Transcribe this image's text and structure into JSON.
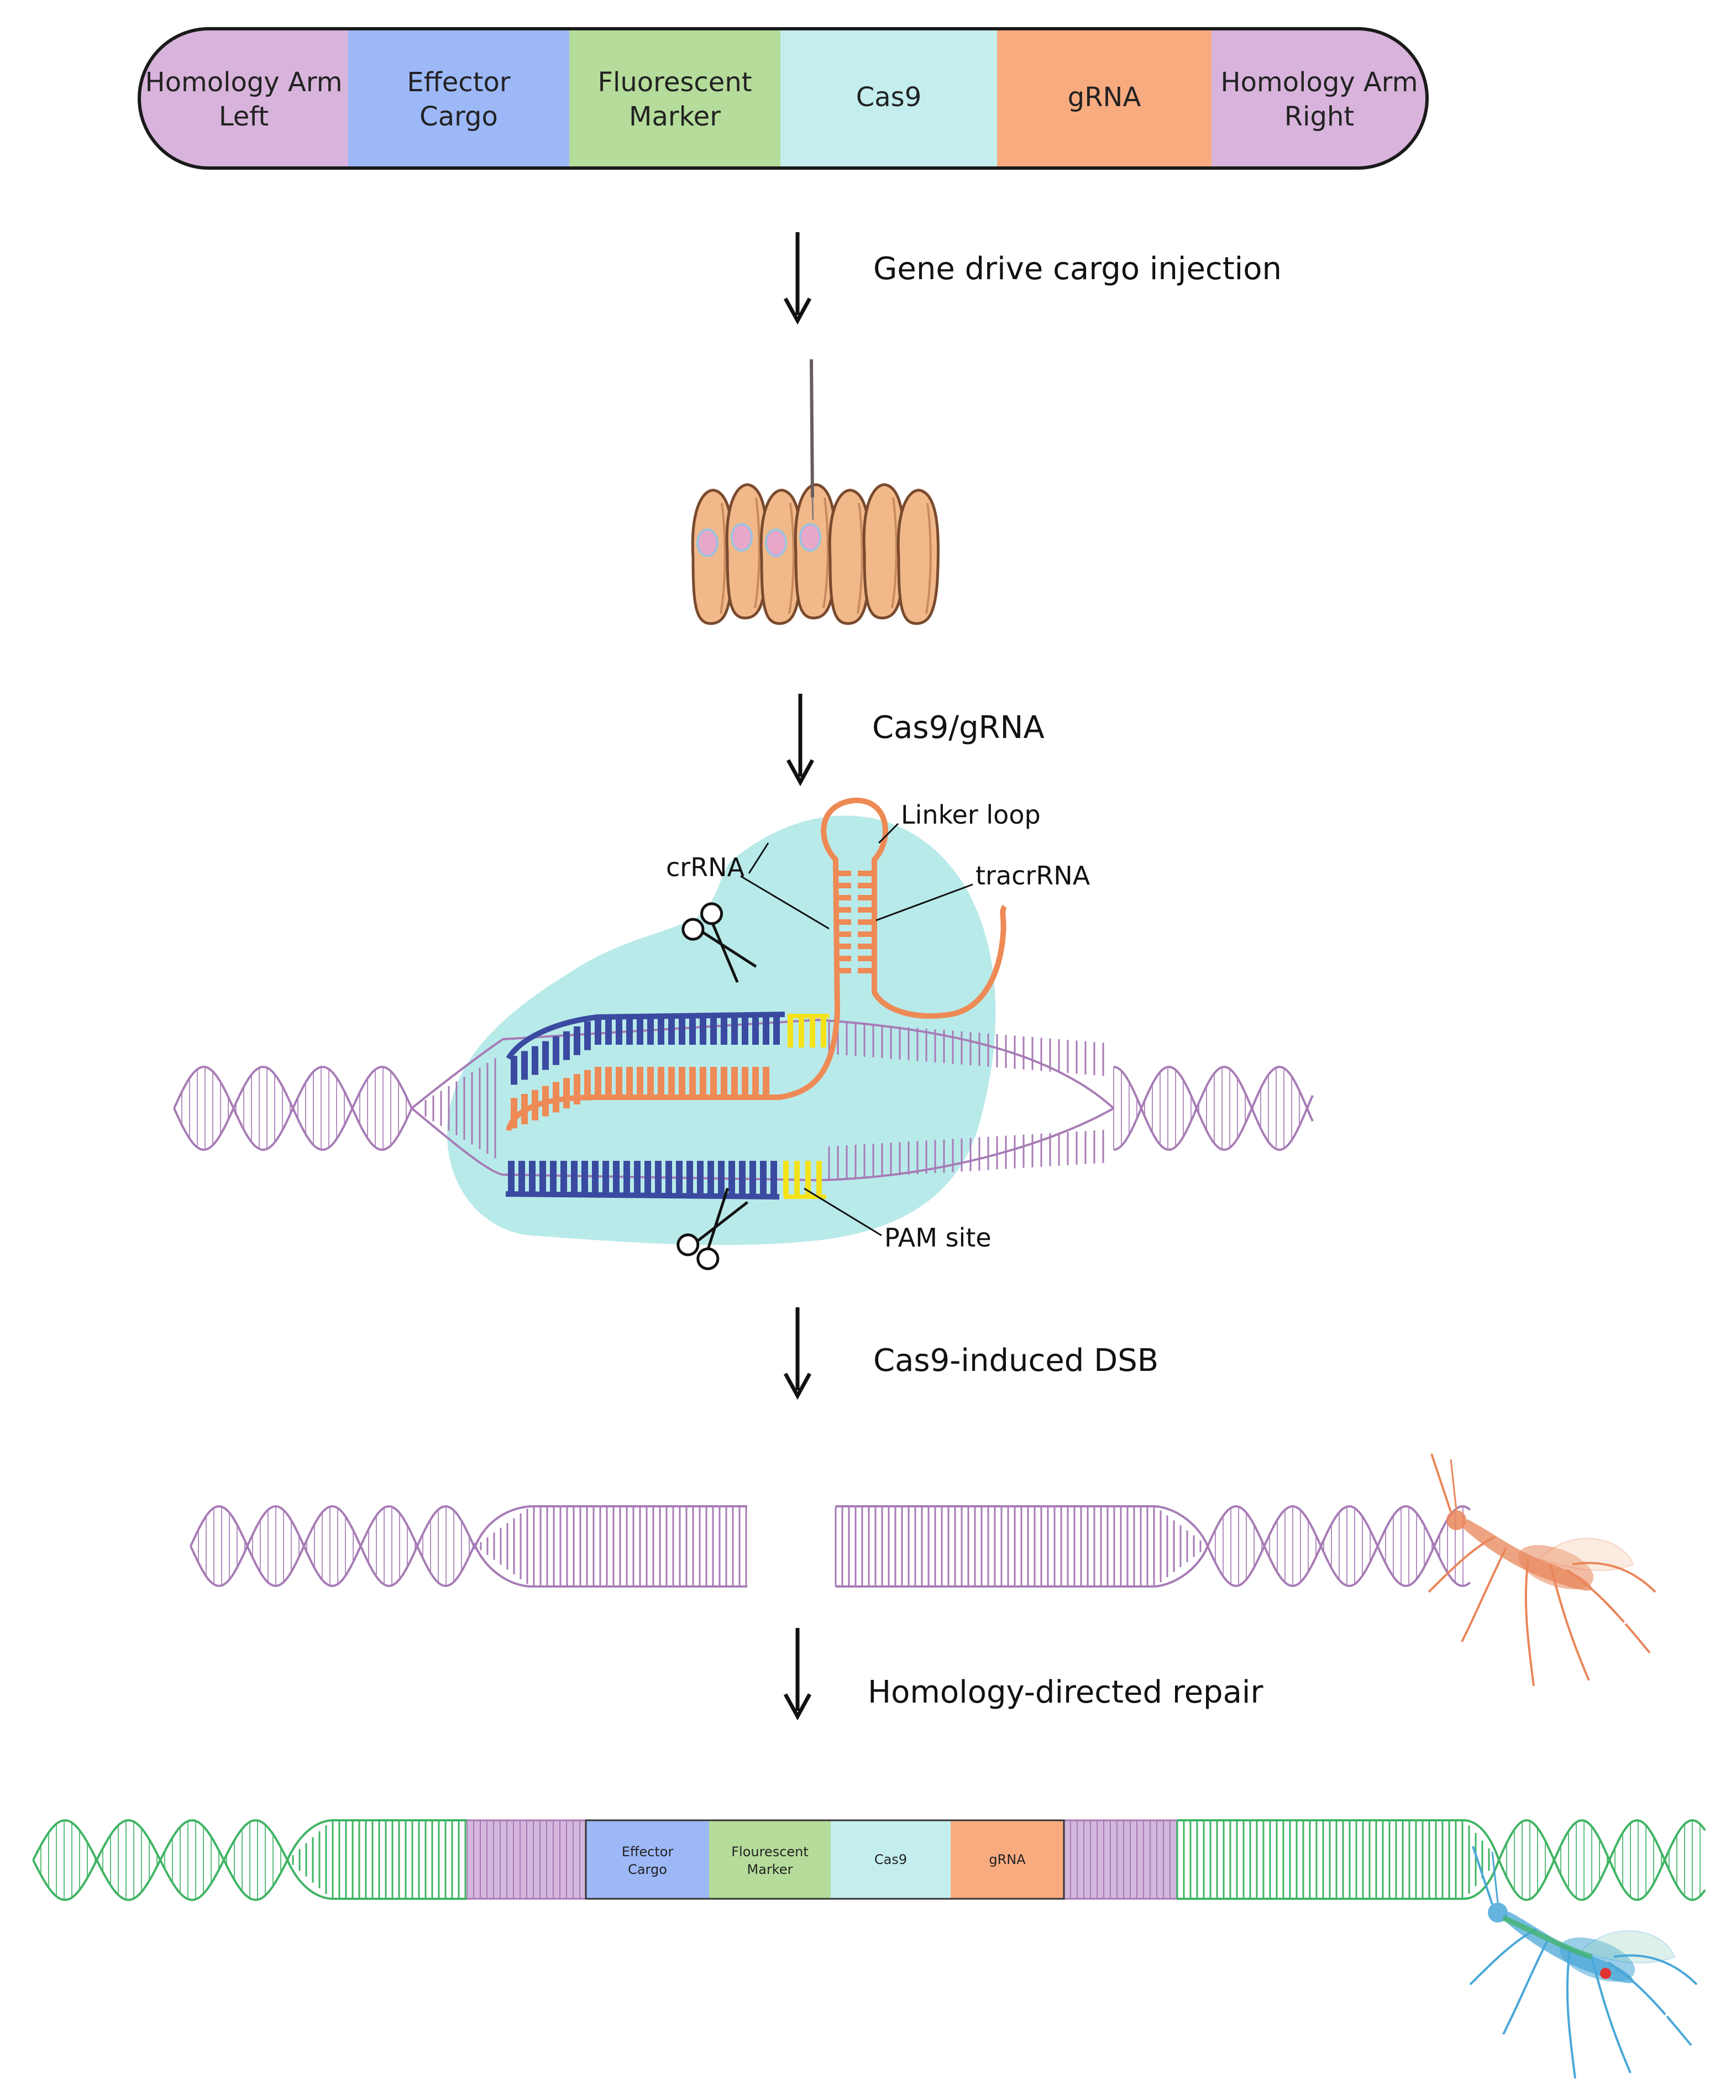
{
  "cassette": {
    "segments": [
      {
        "line1": "Homology Arm",
        "line2": "Left",
        "color": "#d8b4dc"
      },
      {
        "line1": "Effector",
        "line2": "Cargo",
        "color": "#9db8f7"
      },
      {
        "line1": "Fluorescent",
        "line2": "Marker",
        "color": "#b5dc9a"
      },
      {
        "line1": "Cas9",
        "line2": "",
        "color": "#c4eeee"
      },
      {
        "line1": "gRNA",
        "line2": "",
        "color": "#f9ab80"
      },
      {
        "line1": "Homology Arm",
        "line2": "Right",
        "color": "#d8b4dc"
      }
    ]
  },
  "steps": {
    "injection": "Gene drive cargo injection",
    "cas9_grna": "Cas9/gRNA",
    "dsb": "Cas9-induced DSB",
    "hdr": "Homology-directed repair"
  },
  "complex_labels": {
    "linker_loop": "Linker loop",
    "crrna": "crRNA",
    "tracrrna": "tracrRNA",
    "pam_site": "PAM site"
  },
  "repaired_cassette": {
    "segments": [
      {
        "line1": "Effector",
        "line2": "Cargo",
        "color": "#9db8f7"
      },
      {
        "line1": "Flourescent",
        "line2": "Marker",
        "color": "#b5dc9a"
      },
      {
        "line1": "Cas9",
        "line2": "",
        "color": "#c4eeee"
      },
      {
        "line1": "gRNA",
        "line2": "",
        "color": "#f9ab80"
      }
    ]
  },
  "colors": {
    "dna_purple": "#a77bb6",
    "dna_green": "#3fb463",
    "cas9_bg": "#b9eaea",
    "strand_blue": "#3a4aa0",
    "grna_orange": "#ee8a55",
    "pam_yellow": "#f4e21a",
    "embryo": "#f1b98a",
    "mosquito_orange": "#e9865a",
    "mosquito_blue": "#49a7d8"
  },
  "icons": [
    "arrow-down-icon",
    "scissors-icon",
    "injection-needle-icon",
    "mosquito-icon"
  ]
}
